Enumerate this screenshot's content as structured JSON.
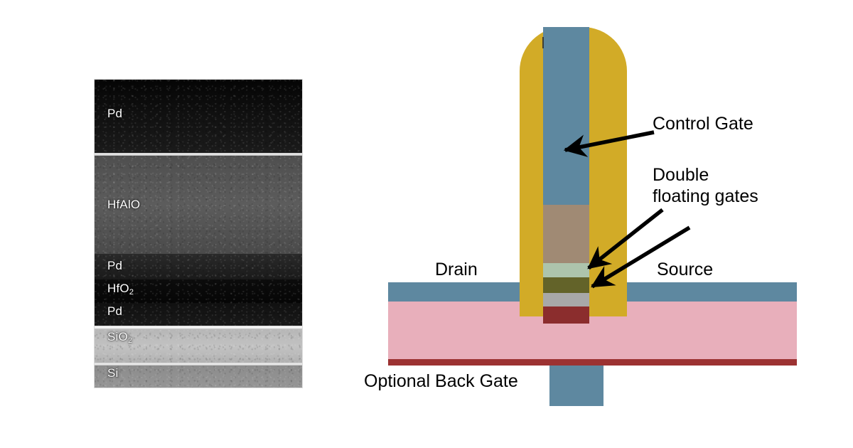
{
  "figure": {
    "panels": [
      "tem-micrograph",
      "device-schematic"
    ]
  },
  "tem": {
    "caption_labels": [
      "Pd",
      "HfAlO",
      "Pd",
      "HfO2",
      "Pd",
      "SiO2",
      "Si"
    ],
    "layers": [
      {
        "id": "pd-top",
        "label": "Pd",
        "sublabel": "",
        "tone": "#141414"
      },
      {
        "id": "hfalo",
        "label": "HfAlO",
        "sublabel": "",
        "tone": "#565656"
      },
      {
        "id": "pd-mid",
        "label": "Pd",
        "sublabel": "",
        "tone": "#1d1d1d"
      },
      {
        "id": "hfo2",
        "label": "HfO",
        "sublabel": "2",
        "tone": "#0e0e0e"
      },
      {
        "id": "pd-low",
        "label": "Pd",
        "sublabel": "",
        "tone": "#121212"
      },
      {
        "id": "sio2",
        "label": "SiO",
        "sublabel": "2",
        "tone": "#b4b4b4"
      },
      {
        "id": "si",
        "label": "Si",
        "sublabel": "",
        "tone": "#8e8e8e"
      }
    ]
  },
  "schematic": {
    "annotations": {
      "control_gate": "Control Gate",
      "double_floating_gates_line1": "Double",
      "double_floating_gates_line2": "floating gates",
      "drain": "Drain",
      "source": "Source",
      "back_gate": "Optional Back Gate"
    },
    "colors": {
      "gate_dielectric_gold": "#d2ab27",
      "control_gate_blue": "#5e88a0",
      "tunnel_tan": "#a08a74",
      "floating_gate_1_pale_green": "#adc4ac",
      "floating_gate_2_olive": "#636329",
      "blocking_gray": "#a8a8a8",
      "channel_dark_red": "#8b2d2d",
      "substrate_pink": "#e8afbb",
      "contact_blue": "#5e88a0",
      "substrate_base_red": "#9c3232"
    },
    "parts": [
      {
        "id": "control-gate-core",
        "name": "Control Gate",
        "color": "#5e88a0"
      },
      {
        "id": "gate-sidewall",
        "name": "Gate dielectric",
        "color": "#d2ab27"
      },
      {
        "id": "tunnel-layer",
        "name": "Tunnel layer",
        "color": "#a08a74"
      },
      {
        "id": "floating-gate-upper",
        "name": "Floating gate (upper)",
        "color": "#adc4ac"
      },
      {
        "id": "floating-gate-lower",
        "name": "Floating gate (lower)",
        "color": "#636329"
      },
      {
        "id": "blocking-layer",
        "name": "Blocking layer",
        "color": "#a8a8a8"
      },
      {
        "id": "channel-layer",
        "name": "Channel layer",
        "color": "#8b2d2d"
      },
      {
        "id": "drain-contact",
        "name": "Drain contact",
        "color": "#5e88a0"
      },
      {
        "id": "source-contact",
        "name": "Source contact",
        "color": "#5e88a0"
      },
      {
        "id": "substrate",
        "name": "Substrate",
        "color": "#e8afbb"
      },
      {
        "id": "back-gate",
        "name": "Optional Back Gate",
        "color": "#5e88a0"
      }
    ]
  }
}
